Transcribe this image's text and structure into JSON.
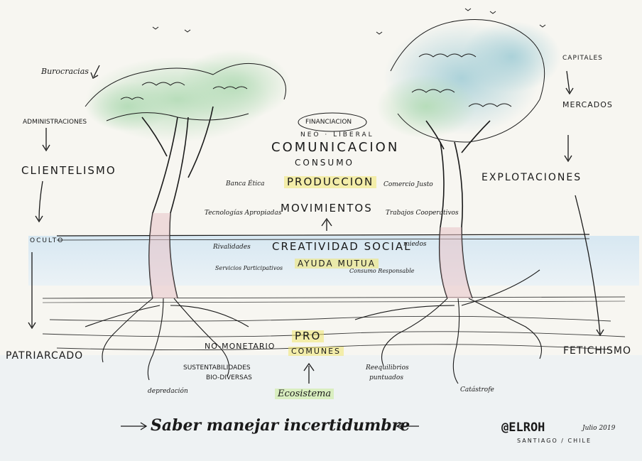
{
  "left_column": {
    "burocracias": "Burocracias",
    "administraciones": "ADMINISTRACIONES",
    "clientelismo": "CLIENTELISMO",
    "oculto": "OCULTO",
    "patriarcado": "PATRIARCADO"
  },
  "right_column": {
    "capitales": "CAPITALES",
    "mercados": "MERCADOS",
    "explotaciones": "EXPLOTACIONES",
    "fetichismo": "FETICHISMO"
  },
  "center": {
    "financiacion": "FINANCIACION",
    "neo_liberal": "NEO · LIBERAL",
    "comunicacion": "COMUNICACION",
    "consumo": "CONSUMO",
    "banca_etica": "Banca Ética",
    "produccion": "PRODUCCION",
    "comercio_justo": "Comercio Justo",
    "tecnologias_apropiadas": "Tecnologías Apropiadas",
    "movimientos": "MOVIMIENTOS",
    "trabajos_cooperativos": "Trabajos Cooperativos",
    "rivalidades": "Rivalidades",
    "creatividad_social": "CREATIVIDAD SOCIAL",
    "miedos": "miedos",
    "servicios_participativos": "Servicios Participativos",
    "ayuda_mutua": "AYUDA MUTUA",
    "consumo_responsable": "Consumo Responsable"
  },
  "bottom": {
    "no_monetario": "NO-MONETARIO",
    "pro_comunes_1": "PRO",
    "pro_comunes_2": "COMUNES",
    "sustentabilidades": "SUSTENTABILIDADES",
    "bio_diversas": "BIO-DIVERSAS",
    "reequilibrios": "Reequilibrios",
    "puntuados": "puntuados",
    "depredacion": "depredación",
    "ecosistema": "Ecosistema",
    "catastrofe": "Catástrofe",
    "tagline": "Saber manejar incertidumbre"
  },
  "signature": {
    "handle": "@ELROH",
    "date": "Julio 2019",
    "place": "SANTIAGO / CHILE"
  },
  "colors": {
    "ink": "#1a1a1a",
    "foliage": "#a8d5b5",
    "foliage_blue": "#a9cfe0",
    "water": "#c5dff0",
    "root_pink": "#e8c2c6",
    "highlight_yellow": "#efe56e",
    "highlight_green": "#c8eb96"
  }
}
